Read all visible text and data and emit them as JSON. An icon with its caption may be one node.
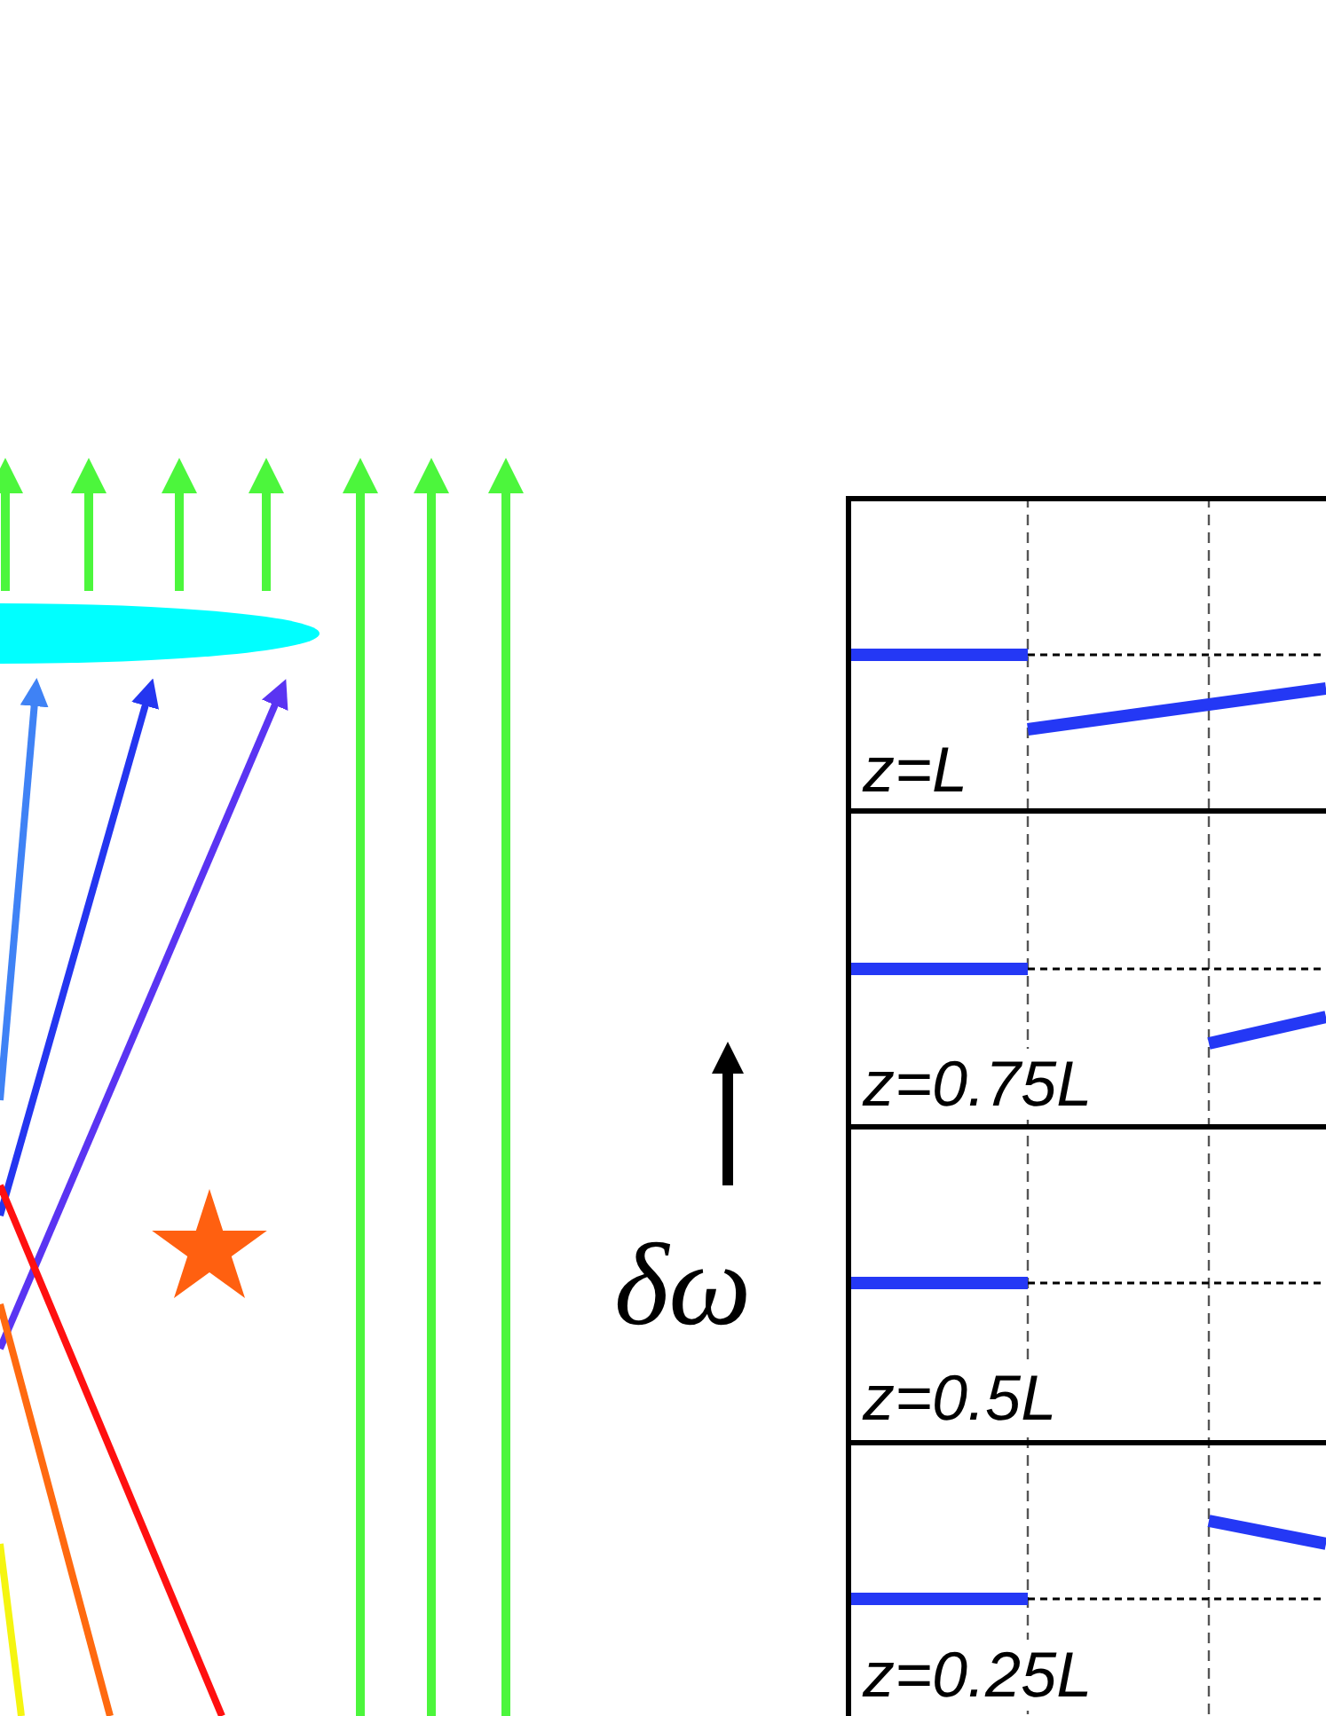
{
  "diagram": {
    "labels": [
      "z=L",
      "z=0.75L",
      "z=0.5L",
      "z=0.25L",
      "δω"
    ]
  }
}
